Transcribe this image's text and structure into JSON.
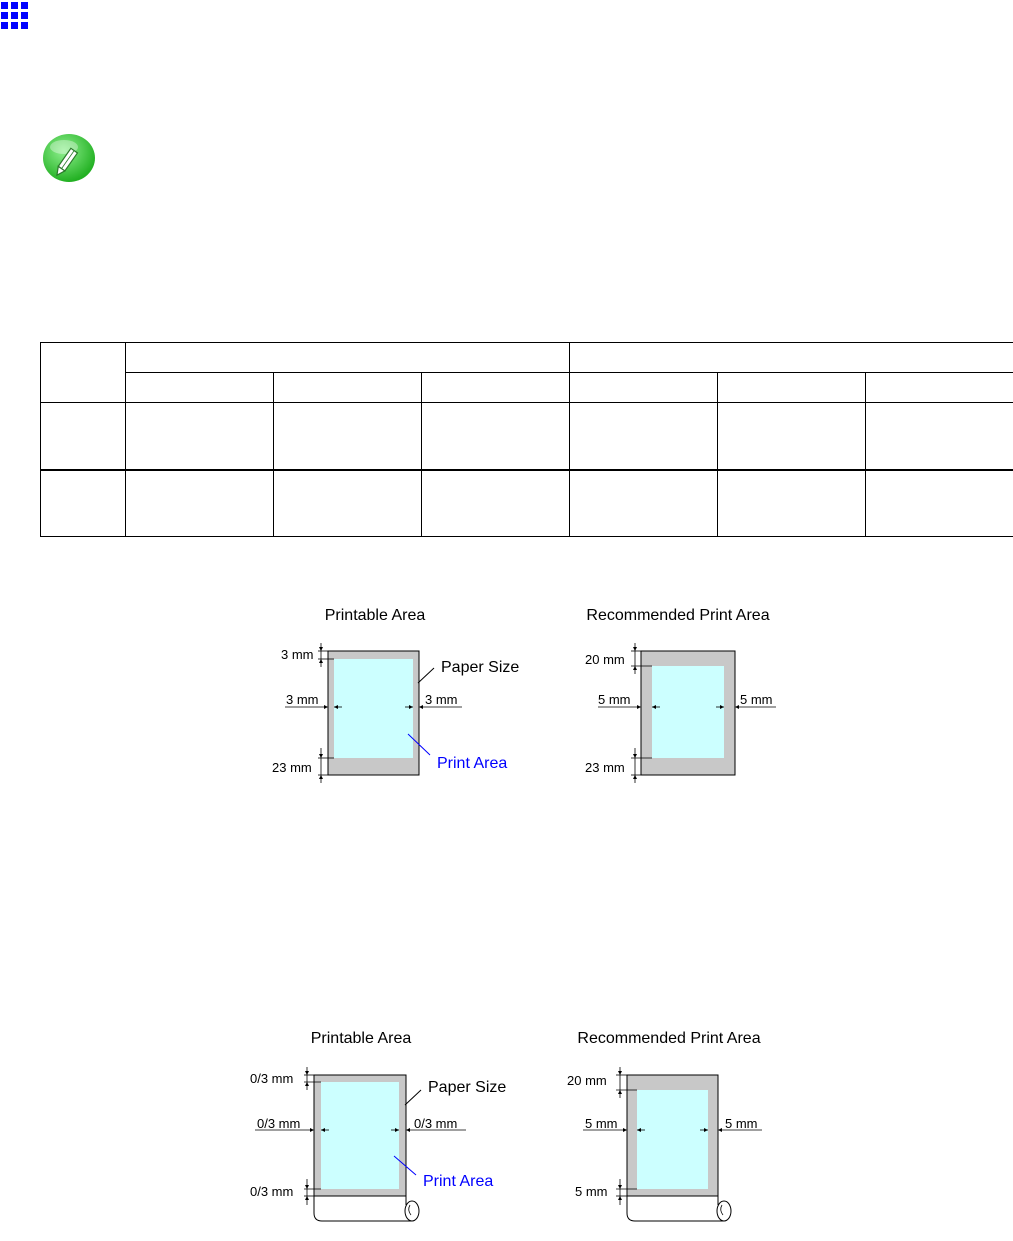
{
  "icons": {
    "menu": "grid-icon",
    "note": "pencil-note-icon"
  },
  "colors": {
    "print_area_fill": "#ccffff",
    "margin_fill": "#c8c8c8",
    "print_area_label": "#0000ff",
    "note_icon": "#3fc73f",
    "grid_icon": "#0000ff"
  },
  "figure1": {
    "printable": {
      "title": "Printable Area",
      "top": "3 mm",
      "left": "3 mm",
      "right": "3 mm",
      "bottom": "23 mm",
      "paper_size": "Paper Size",
      "print_area": "Print Area"
    },
    "recommended": {
      "title": "Recommended Print Area",
      "top": "20 mm",
      "left": "5 mm",
      "right": "5 mm",
      "bottom": "23 mm"
    }
  },
  "figure2": {
    "printable": {
      "title": "Printable Area",
      "top": "0/3 mm",
      "left": "0/3 mm",
      "right": "0/3 mm",
      "bottom": "0/3 mm",
      "paper_size": "Paper Size",
      "print_area": "Print Area"
    },
    "recommended": {
      "title": "Recommended Print Area",
      "top": "20 mm",
      "left": "5 mm",
      "right": "5 mm",
      "bottom": "5 mm"
    }
  }
}
